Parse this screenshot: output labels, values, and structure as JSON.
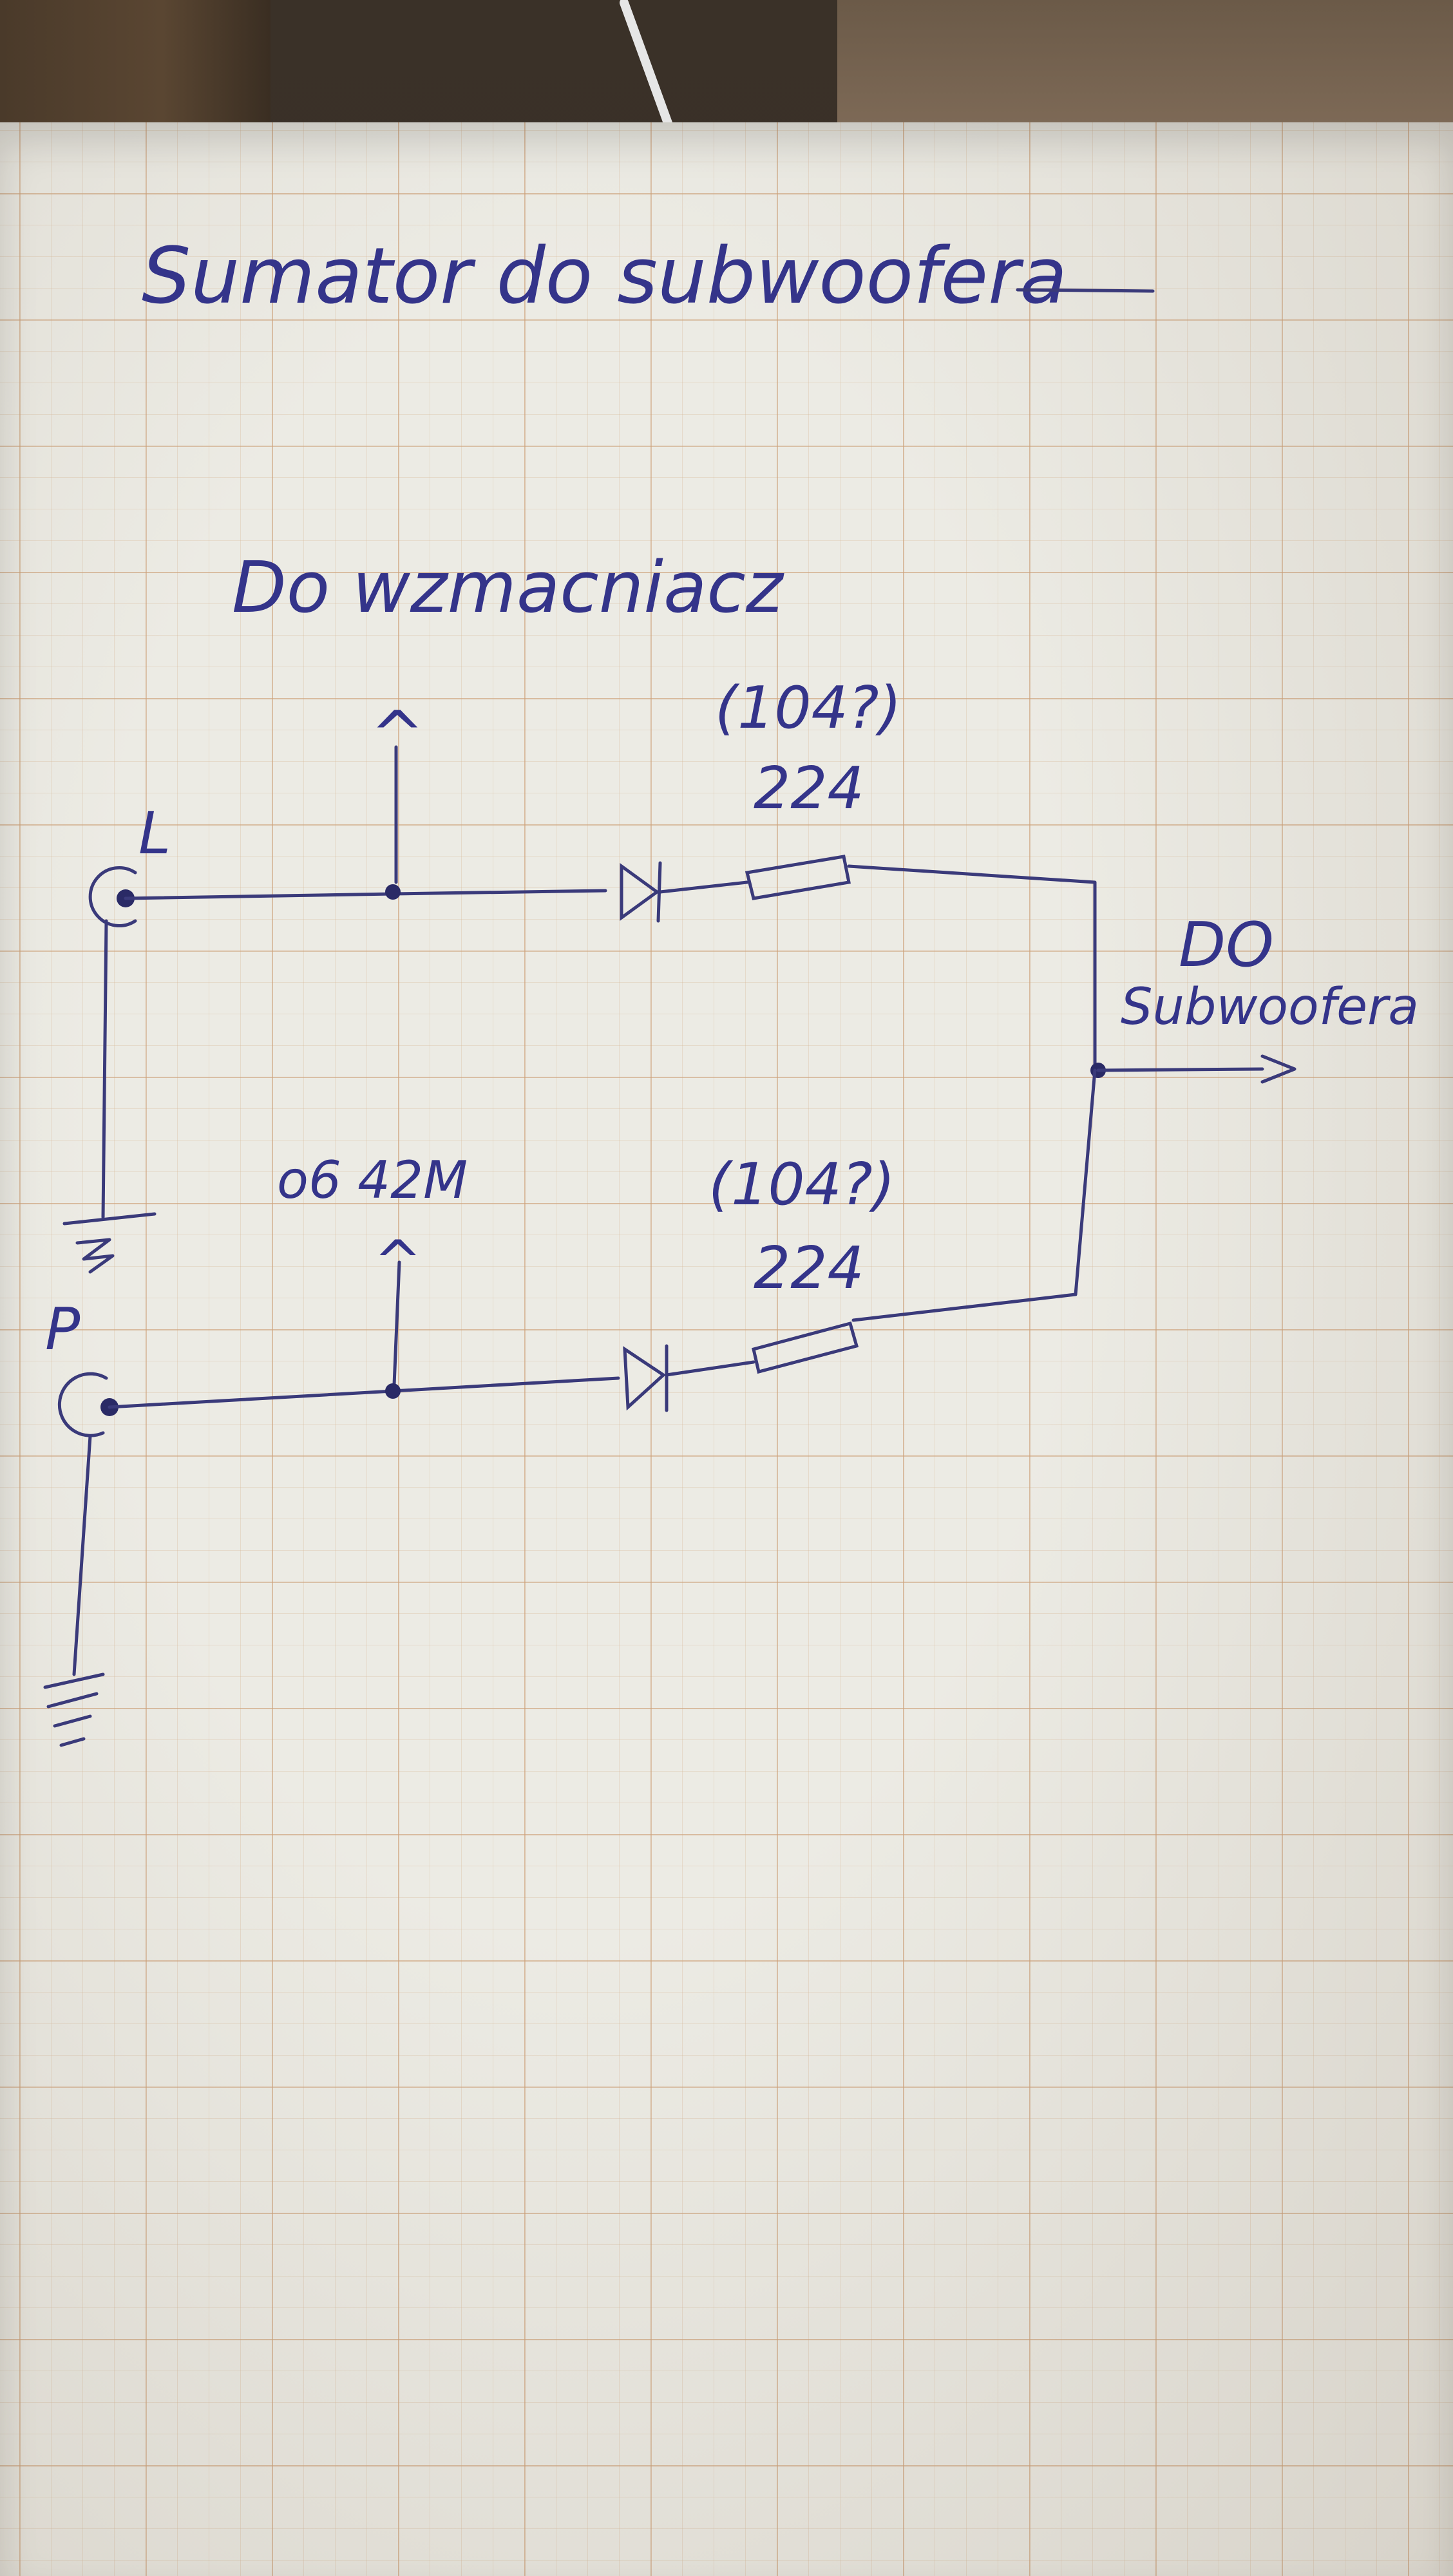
{
  "title": "Sumator do subwoofera",
  "labels": {
    "to_amp": "Do wzmacniacz",
    "left_channel": "L",
    "right_channel": "P",
    "to_sub_line1": "DO",
    "to_sub_line2": "Subwoofera",
    "cable_note": "o6 42M",
    "arrow_top": "^",
    "arrow_mid": "^"
  },
  "components": {
    "resistor_top_value": "224",
    "resistor_top_alt": "(104?)",
    "resistor_bottom_value": "224",
    "resistor_bottom_alt": "(104?)"
  },
  "colors": {
    "ink": "#34348a",
    "grid": "#cda078",
    "paper": "#ecebe4"
  }
}
